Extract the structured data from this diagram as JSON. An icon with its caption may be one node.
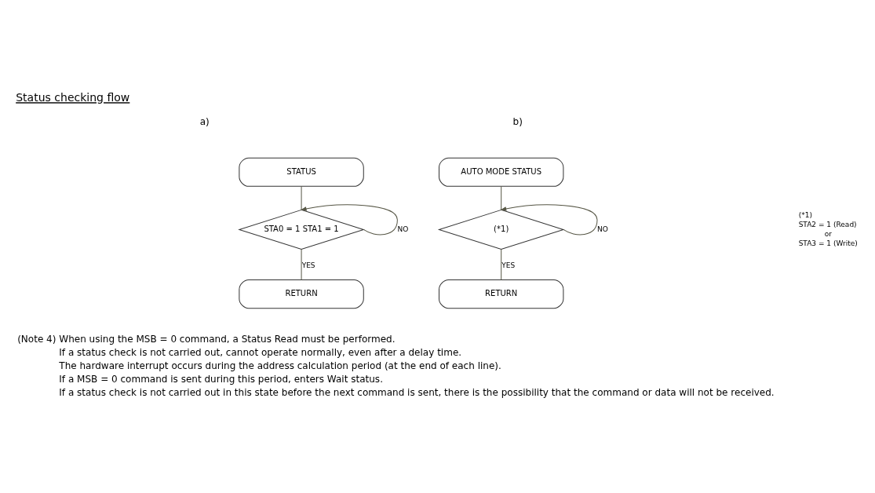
{
  "diagram": {
    "title": "Status checking flow",
    "nodes": [
      {
        "text": [
          "STATUS"
        ]
      },
      {
        "text": [
          "STA0 = 1 STA1 = 1"
        ]
      },
      {
        "text": [
          "RETURN"
        ]
      },
      {
        "text": [
          "AUTO MODE STATUS"
        ]
      },
      {
        "text": [
          "(*1)"
        ]
      },
      {
        "text": [
          "RETURN"
        ]
      }
    ],
    "edges": [
      {
        "from": 0,
        "to": 1,
        "arrow": "none"
      },
      {
        "from": 1,
        "to": 1,
        "arrow": "to",
        "label": "NO"
      },
      {
        "from": 1,
        "to": 2,
        "arrow": "none",
        "label": "YES"
      },
      {
        "from": 3,
        "to": 4,
        "arrow": "none"
      },
      {
        "from": 4,
        "to": 4,
        "arrow": "to",
        "label": "NO"
      },
      {
        "from": 4,
        "to": 5,
        "arrow": "none",
        "label": "YES"
      }
    ],
    "labels": [
      "a)",
      "b)",
      "(*1)",
      "STA2 = 1 (Read)",
      "or",
      "STA3 = 1 (Write)",
      "(Note 4)",
      "When using the MSB = 0 command, a Status Read must be performed.",
      "If a status check is not carried out, cannot operate normally, even after a delay time.",
      "The hardware interrupt occurs during the address calculation period (at the end of each line).",
      "If a MSB = 0 command is sent during this period, enters Wait status.",
      "If a status check is not carried out in this state before the next command is sent, there is the possibility that the command or data will not be received."
    ]
  }
}
